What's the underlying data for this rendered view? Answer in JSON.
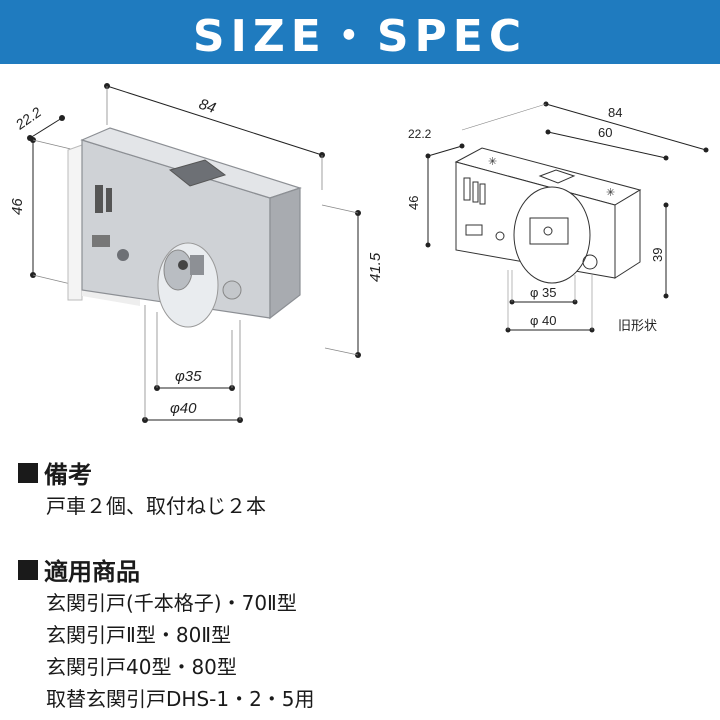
{
  "header": {
    "title": "SIZE・SPEC"
  },
  "diagram_left": {
    "width_dim": "84",
    "depth_dim": "22.2",
    "height_dim": "46",
    "wheel_height_dim": "41.5",
    "wheel_inner": "φ35",
    "wheel_outer": "φ40"
  },
  "diagram_right": {
    "width_dim": "84",
    "inner_width_dim": "60",
    "depth_dim": "22.2",
    "height_dim": "46",
    "wheel_height_dim": "39",
    "wheel_inner": "φ 35",
    "wheel_outer": "φ 40",
    "caption": "旧形状"
  },
  "notes": {
    "heading": "備考",
    "lines": [
      "戸車２個、取付ねじ２本"
    ]
  },
  "products": {
    "heading": "適用商品",
    "lines": [
      "玄関引戸(千本格子)・70Ⅱ型",
      "玄関引戸Ⅱ型・80Ⅱ型",
      "玄関引戸40型・80型",
      "取替玄関引戸DHS-1・2・5用"
    ]
  }
}
